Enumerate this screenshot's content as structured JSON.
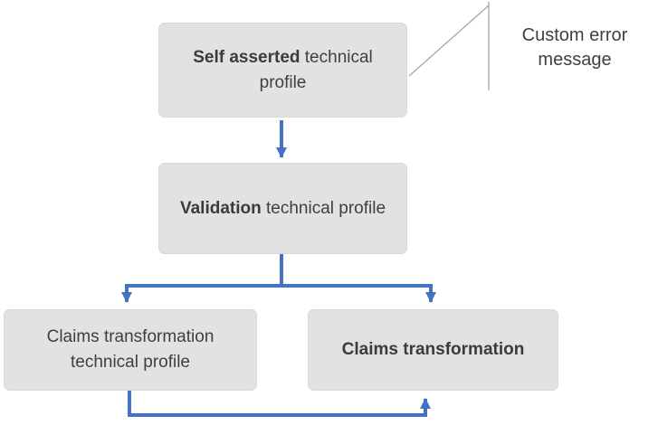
{
  "nodes": {
    "self_asserted": {
      "bold": "Self asserted",
      "rest": " technical profile"
    },
    "validation": {
      "bold": "Validation",
      "rest": " technical profile"
    },
    "claims_transformation_tp": {
      "text": "Claims transformation technical profile"
    },
    "claims_transformation": {
      "bold": "Claims transformation"
    }
  },
  "callout": {
    "text": "Custom error message"
  },
  "colors": {
    "arrow_blue": "#4472c4",
    "box_fill": "#e2e2e2",
    "box_text": "#3f3f3f",
    "callout_line": "#a6a6a6"
  }
}
